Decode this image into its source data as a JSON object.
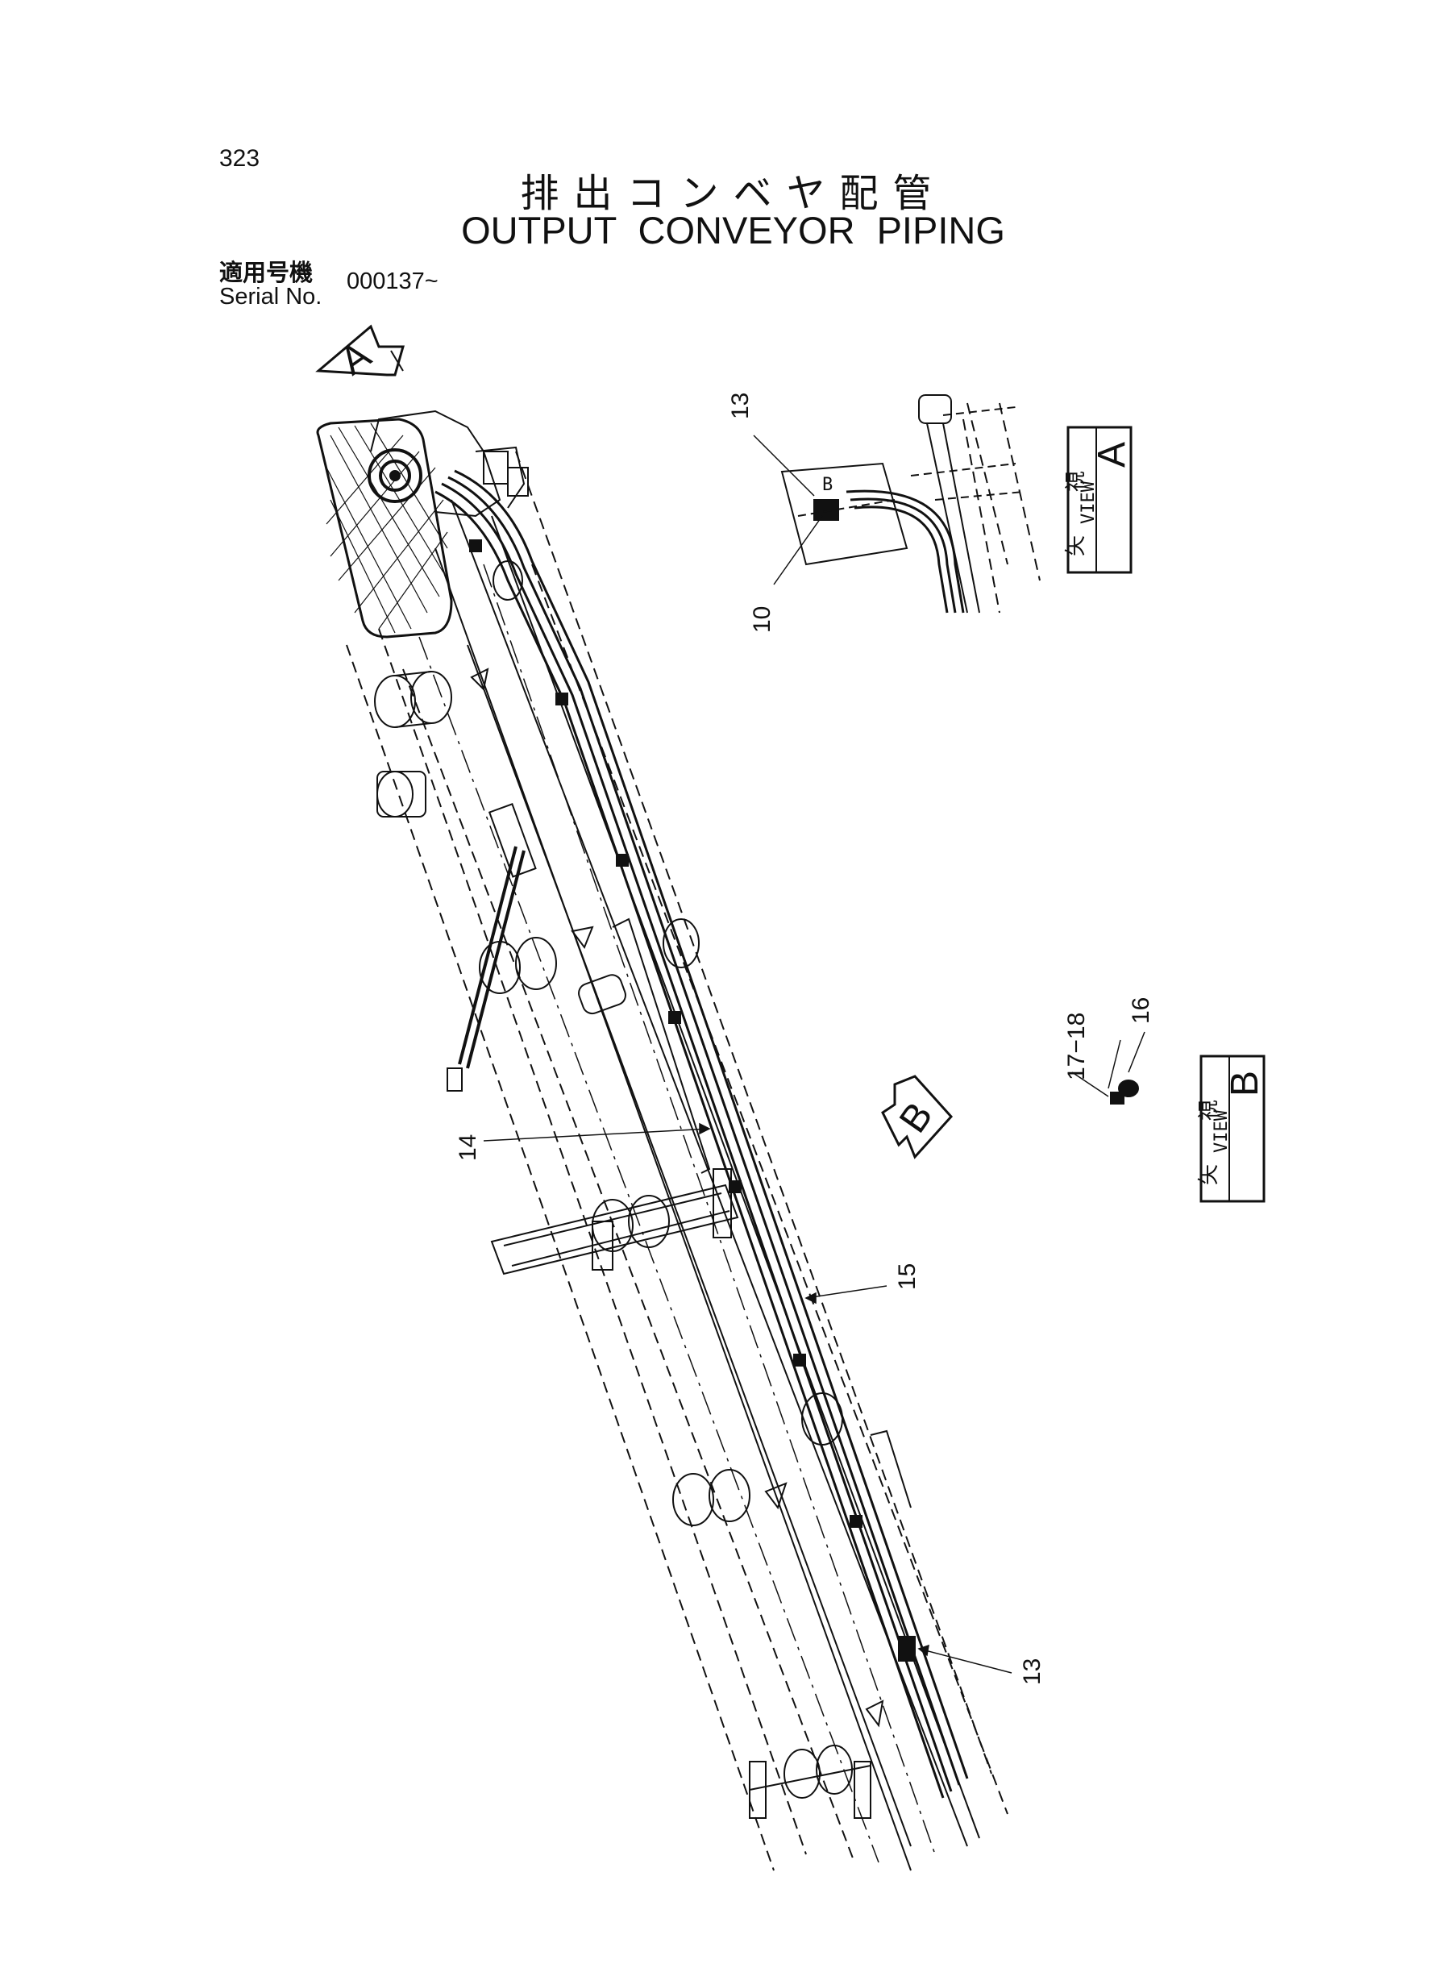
{
  "page": {
    "number": "323",
    "title_jp": "排出コンベヤ配管",
    "title_en": "OUTPUT CONVEYOR PIPING",
    "serial_label_jp": "適用号機",
    "serial_label_en": "Serial No.",
    "serial_value": "000137~"
  },
  "views": {
    "view_a": {
      "jp_left": "矢",
      "jp_right": "視",
      "en": "VIEW",
      "letter": "A"
    },
    "view_b": {
      "jp_left": "矢",
      "jp_right": "視",
      "en": "VIEW",
      "letter": "B"
    }
  },
  "arrow_markers": {
    "a": "A",
    "b": "B",
    "b_detail": "B"
  },
  "callouts": {
    "c13_top": "13",
    "c10": "10",
    "c14": "14",
    "c15": "15",
    "c13_bottom": "13",
    "c16": "16",
    "c17_18": "17−18"
  }
}
